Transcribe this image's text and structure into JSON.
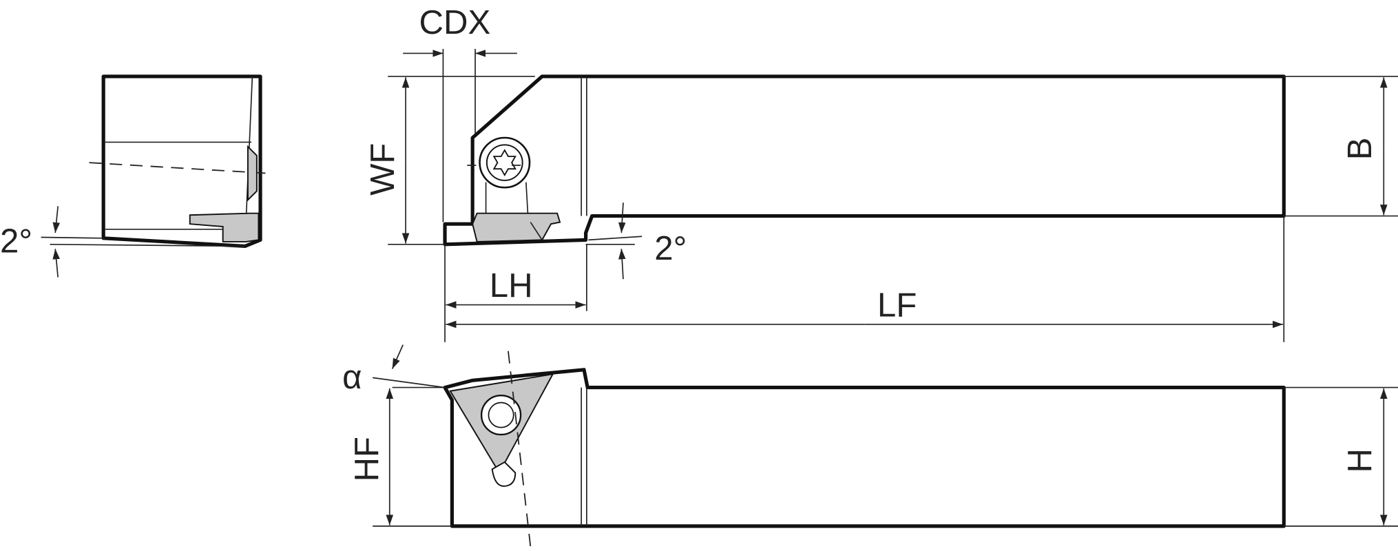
{
  "labels": {
    "cdx": "CDX",
    "wf": "WF",
    "b": "B",
    "angle_left": "2°",
    "angle_right": "2°",
    "lh": "LH",
    "lf": "LF",
    "alpha": "α",
    "hf": "HF",
    "h": "H"
  }
}
